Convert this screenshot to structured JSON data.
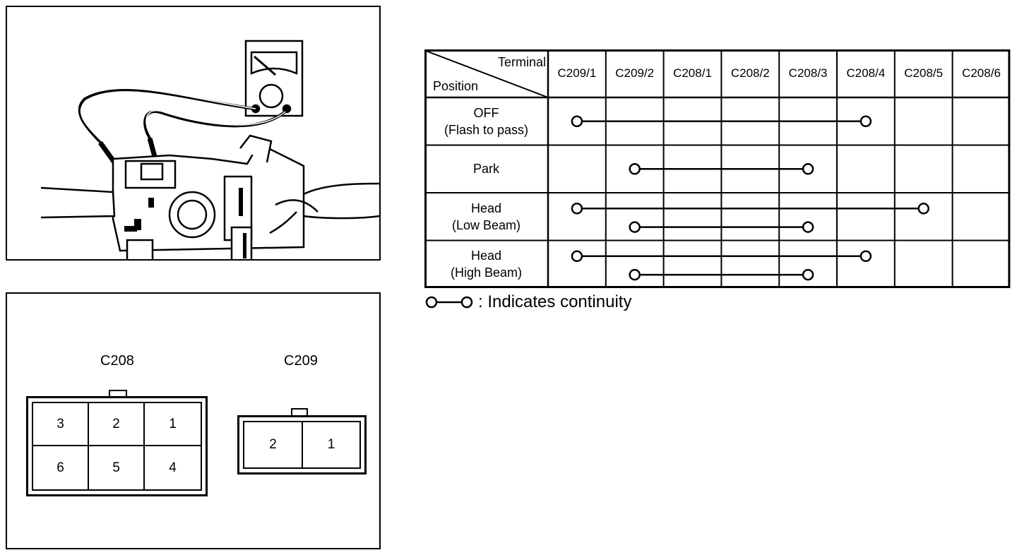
{
  "connectors": {
    "c208": {
      "label": "C208",
      "pins_top": [
        "3",
        "2",
        "1"
      ],
      "pins_bottom": [
        "6",
        "5",
        "4"
      ]
    },
    "c209": {
      "label": "C209",
      "pins": [
        "2",
        "1"
      ]
    }
  },
  "table": {
    "header_terminal": "Terminal",
    "header_position": "Position",
    "columns": [
      "C209/1",
      "C209/2",
      "C208/1",
      "C208/2",
      "C208/3",
      "C208/4",
      "C208/5",
      "C208/6"
    ],
    "rows": [
      {
        "label_line1": "OFF",
        "label_line2": "(Flash to pass)",
        "continuity": [
          [
            0,
            5
          ]
        ]
      },
      {
        "label_line1": "Park",
        "label_line2": "",
        "continuity": [
          [
            1,
            4
          ]
        ]
      },
      {
        "label_line1": "Head",
        "label_line2": "(Low Beam)",
        "continuity": [
          [
            0,
            6
          ],
          [
            1,
            4
          ]
        ]
      },
      {
        "label_line1": "Head",
        "label_line2": "(High Beam)",
        "continuity": [
          [
            0,
            5
          ],
          [
            1,
            4
          ]
        ]
      }
    ]
  },
  "legend": {
    "text": ": Indicates continuity"
  }
}
